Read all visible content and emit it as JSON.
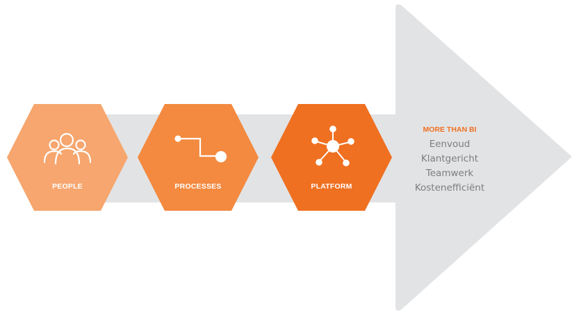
{
  "colors": {
    "arrow": "#e2e3e5",
    "people": "#f6a66e",
    "processes": "#f38a40",
    "platform": "#ef7021",
    "accent": "#ef7021",
    "item_text": "#7d7d7d"
  },
  "steps": [
    {
      "label": "PEOPLE",
      "icon": "people-icon"
    },
    {
      "label": "PROCESSES",
      "icon": "process-flow-icon"
    },
    {
      "label": "PLATFORM",
      "icon": "network-hub-icon"
    }
  ],
  "summary": {
    "title": "MORE THAN BI",
    "items": [
      "Eenvoud",
      "Klantgericht",
      "Teamwerk",
      "Kostenefficiënt"
    ]
  }
}
